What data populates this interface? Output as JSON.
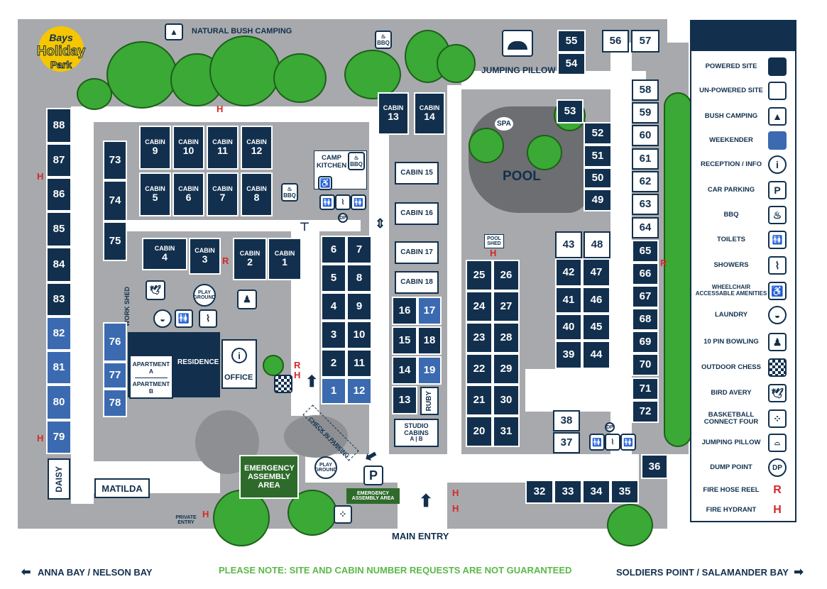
{
  "logo": {
    "line1": "Bays",
    "line2": "Holiday",
    "line3": "Park"
  },
  "areas": {
    "natural_bush_camping": "NATURAL BUSH CAMPING",
    "jumping_pillow": "JUMPING PILLOW",
    "camp_kitchen": "CAMP KITCHEN",
    "pool": "POOL",
    "spa": "SPA",
    "pool_shed": "POOL SHED",
    "work_shed": "WORK SHED",
    "residence": "RESIDENCE",
    "office": "OFFICE",
    "apartment_a": "APARTMENT A",
    "apartment_b": "APARTMENT B",
    "play_ground": "PLAY GROUND",
    "check_in_parking": "CHECK IN PARKING",
    "emergency_assembly_area": "EMERGENCY ASSEMBLY AREA",
    "emergency_assembly_area_small": "EMERGENCY ASSEMBLY AREA",
    "main_entry": "MAIN ENTRY",
    "private_entry": "PRIVATE ENTRY",
    "daisy": "DAISY",
    "matilda": "MATILDA",
    "ruby": "RUBY",
    "studio_cabins": "STUDIO CABINS",
    "studio_a": "A",
    "studio_b": "B",
    "bbq": "BBQ",
    "dp": "DP",
    "parking": "P",
    "hydrant": "H",
    "hose_reel": "R"
  },
  "cabins": [
    "9",
    "10",
    "11",
    "12",
    "5",
    "6",
    "7",
    "8",
    "4",
    "3",
    "2",
    "1",
    "13",
    "14"
  ],
  "cabin_word": "CABIN",
  "cabin_rows": [
    "CABIN 15",
    "CABIN 16",
    "CABIN 17",
    "CABIN 18"
  ],
  "sites": {
    "left": [
      "88",
      "87",
      "86",
      "85",
      "84",
      "83",
      "82",
      "81",
      "80",
      "79"
    ],
    "inner_left": [
      "73",
      "74",
      "75",
      "76",
      "77",
      "78"
    ],
    "center_a": [
      "6",
      "7",
      "5",
      "8",
      "4",
      "9",
      "3",
      "10",
      "2",
      "11",
      "1",
      "12"
    ],
    "center_b": [
      "16",
      "17",
      "15",
      "18",
      "14",
      "19",
      "13"
    ],
    "center_c": [
      "25",
      "26",
      "24",
      "27",
      "23",
      "28",
      "22",
      "29",
      "21",
      "30",
      "20",
      "31"
    ],
    "block_e": [
      "43",
      "48",
      "42",
      "47",
      "41",
      "46",
      "40",
      "45",
      "39",
      "44"
    ],
    "top_right": [
      "55",
      "54",
      "56",
      "57",
      "53",
      "52",
      "51",
      "50",
      "49"
    ],
    "right": [
      "58",
      "59",
      "60",
      "61",
      "62",
      "63",
      "64",
      "65",
      "66",
      "67",
      "68",
      "69",
      "70",
      "71",
      "72"
    ],
    "bottom": [
      "38",
      "37",
      "36",
      "32",
      "33",
      "34",
      "35"
    ]
  },
  "legend": [
    {
      "label": "POWERED SITE",
      "icon": "powered-swatch"
    },
    {
      "label": "UN-POWERED SITE",
      "icon": "unpowered-swatch"
    },
    {
      "label": "BUSH CAMPING",
      "icon": "tent-icon"
    },
    {
      "label": "WEEKENDER",
      "icon": "weekender-swatch"
    },
    {
      "label": "RECEPTION / INFO",
      "icon": "info-icon"
    },
    {
      "label": "CAR PARKING",
      "icon": "parking-icon"
    },
    {
      "label": "BBQ",
      "icon": "bbq-icon"
    },
    {
      "label": "TOILETS",
      "icon": "toilets-icon"
    },
    {
      "label": "SHOWERS",
      "icon": "shower-icon"
    },
    {
      "label": "WHEELCHAIR ACCESSABLE AMENITIES",
      "icon": "wheelchair-icon"
    },
    {
      "label": "LAUNDRY",
      "icon": "laundry-icon"
    },
    {
      "label": "10 PIN BOWLING",
      "icon": "bowling-icon"
    },
    {
      "label": "OUTDOOR CHESS",
      "icon": "chess-icon"
    },
    {
      "label": "BIRD AVERY",
      "icon": "bird-icon"
    },
    {
      "label": "BASKETBALL CONNECT FOUR",
      "icon": "connect-four-icon"
    },
    {
      "label": "JUMPING PILLOW",
      "icon": "jumping-pillow-icon"
    },
    {
      "label": "DUMP POINT",
      "icon": "dump-point-icon"
    },
    {
      "label": "FIRE HOSE REEL",
      "icon": "hose-reel-icon"
    },
    {
      "label": "FIRE HYDRANT",
      "icon": "hydrant-icon"
    }
  ],
  "legend_glyphs": {
    "info": "i",
    "parking": "P",
    "dp": "DP",
    "hose": "R",
    "hydrant": "H"
  },
  "footer": {
    "left": "ANNA BAY / NELSON BAY",
    "center": "PLEASE NOTE: SITE AND CABIN NUMBER REQUESTS ARE NOT GUARANTEED",
    "right": "SOLDIERS POINT / SALAMANDER BAY"
  },
  "colors": {
    "powered": "#12304e",
    "weekender": "#3b6ab0",
    "tree": "#3aa935",
    "ground": "#a7a9ac",
    "hazard": "#d62828",
    "note": "#5ab947"
  }
}
